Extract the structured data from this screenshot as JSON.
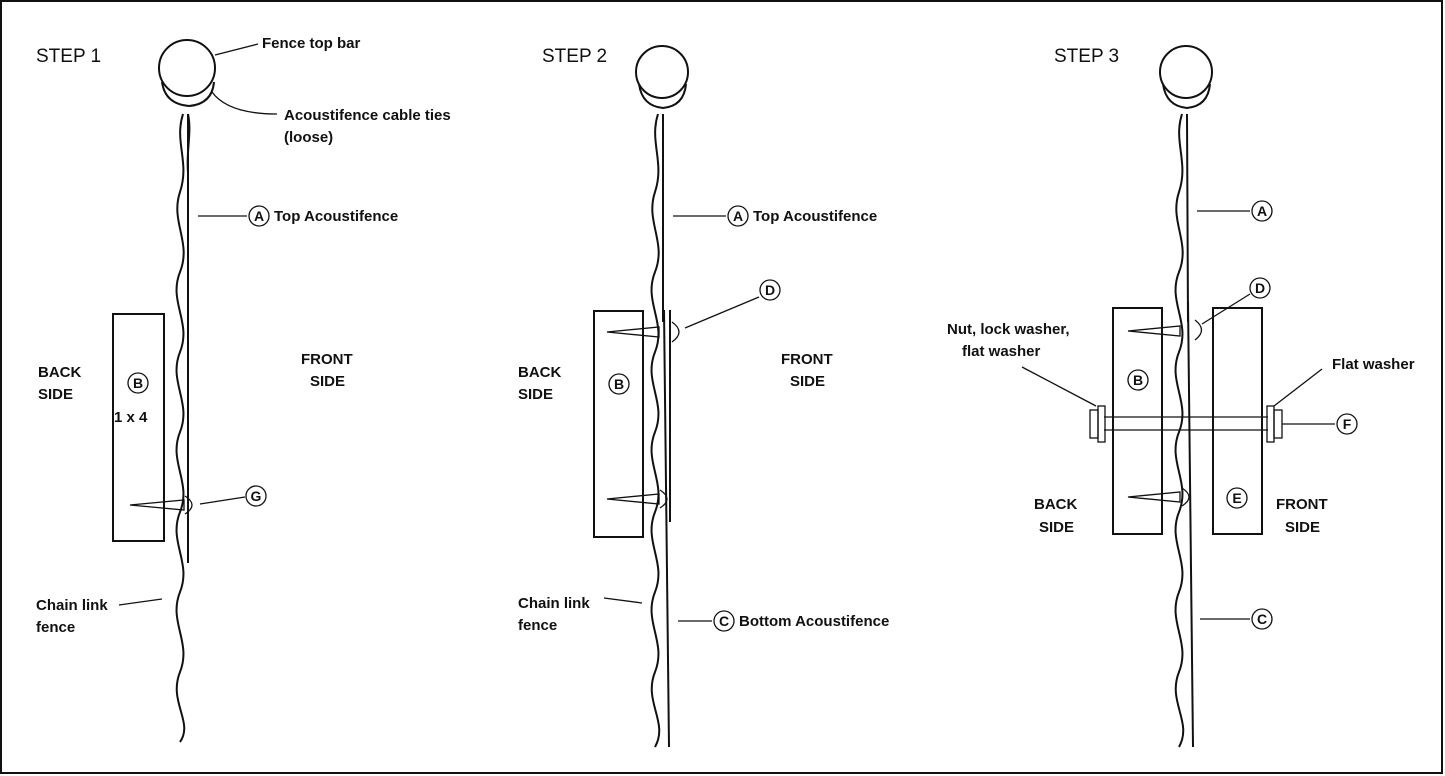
{
  "steps": [
    {
      "title": "STEP 1",
      "labels": {
        "top_bar": "Fence top bar",
        "cable_ties_1": "Acoustifence cable ties",
        "cable_ties_2": "(loose)",
        "top_acoustifence": "Top Acoustifence",
        "back_side_1": "BACK",
        "back_side_2": "SIDE",
        "front_side_1": "FRONT",
        "front_side_2": "SIDE",
        "board_size": "1 x 4",
        "chain_link_1": "Chain link",
        "chain_link_2": "fence"
      },
      "callouts": {
        "a": "A",
        "b": "B",
        "g": "G"
      }
    },
    {
      "title": "STEP 2",
      "labels": {
        "top_acoustifence": "Top Acoustifence",
        "bottom_acoustifence": "Bottom Acoustifence",
        "back_side_1": "BACK",
        "back_side_2": "SIDE",
        "front_side_1": "FRONT",
        "front_side_2": "SIDE",
        "chain_link_1": "Chain link",
        "chain_link_2": "fence"
      },
      "callouts": {
        "a": "A",
        "b": "B",
        "c": "C",
        "d": "D"
      }
    },
    {
      "title": "STEP 3",
      "labels": {
        "nut_washer_1": "Nut, lock washer,",
        "nut_washer_2": "flat washer",
        "flat_washer": "Flat washer",
        "back_side_1": "BACK",
        "back_side_2": "SIDE",
        "front_side_1": "FRONT",
        "front_side_2": "SIDE"
      },
      "callouts": {
        "a": "A",
        "b": "B",
        "c": "C",
        "d": "D",
        "e": "E",
        "f": "F"
      }
    }
  ]
}
